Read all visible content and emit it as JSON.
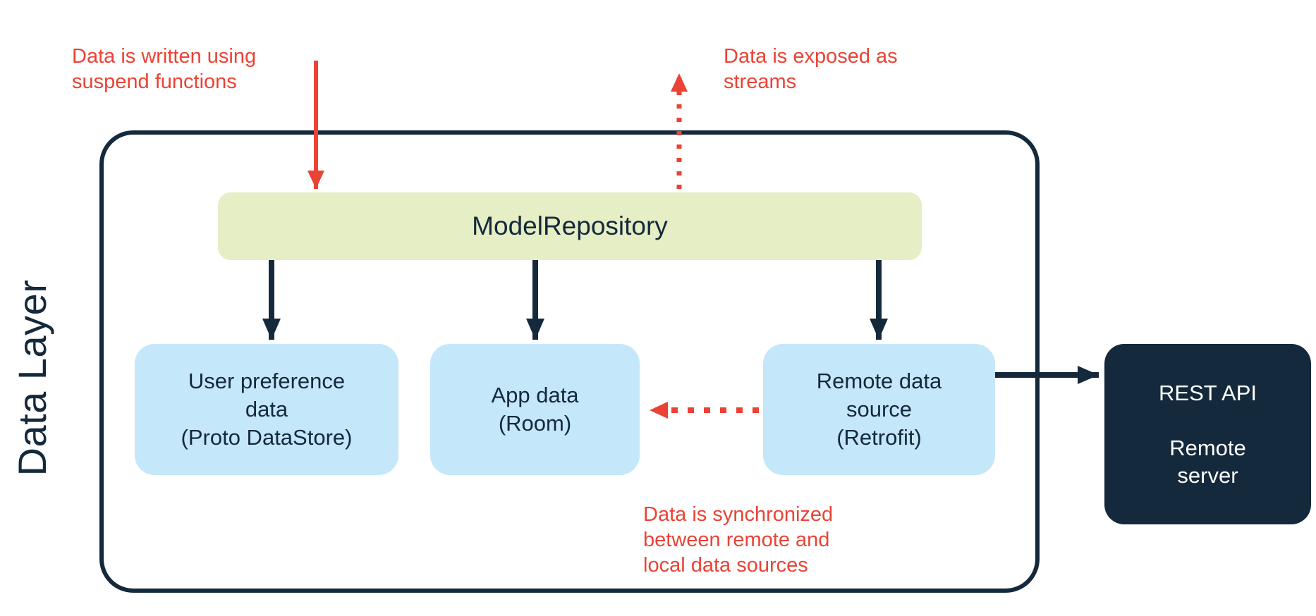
{
  "diagram": {
    "side_label": "Data Layer",
    "repository": {
      "label": "ModelRepository"
    },
    "sources": [
      {
        "label": "User preference\ndata\n(Proto DataStore)"
      },
      {
        "label": "App data\n(Room)"
      },
      {
        "label": "Remote data\nsource\n(Retrofit)"
      }
    ],
    "remote_server": {
      "label": "REST API\n\nRemote\nserver"
    },
    "annotations": {
      "write": "Data is written using\nsuspend functions",
      "expose": "Data is exposed as\nstreams",
      "sync": "Data is synchronized\nbetween remote and\nlocal data sources"
    },
    "colors": {
      "navy": "#14293B",
      "light_blue": "#C5E7FA",
      "pale_green": "#E6EEC5",
      "red": "#EA4335",
      "background": "#FFFFFF"
    }
  }
}
